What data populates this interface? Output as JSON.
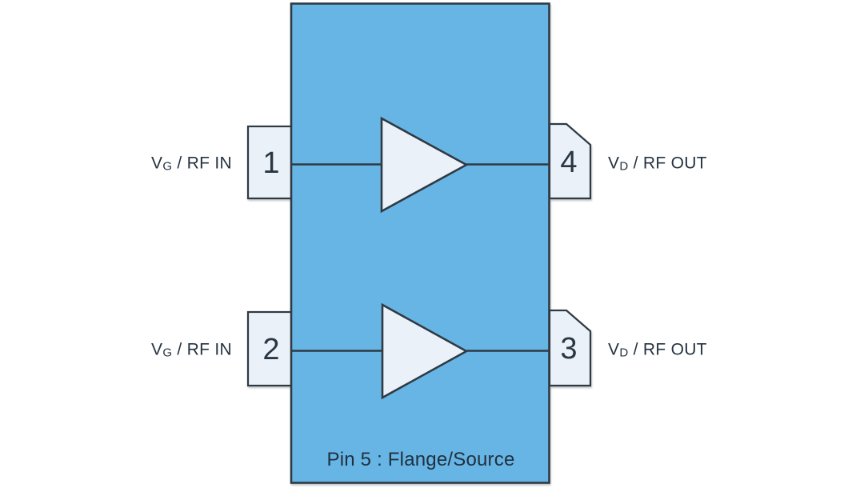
{
  "diagram": {
    "type": "ic-pinout-dual-amplifier",
    "pins": {
      "pin1": {
        "number": "1",
        "label_prefix": "V",
        "label_sub": "G",
        "label_rest": " / RF IN"
      },
      "pin2": {
        "number": "2",
        "label_prefix": "V",
        "label_sub": "G",
        "label_rest": " / RF IN"
      },
      "pin3": {
        "number": "3",
        "label_prefix": "V",
        "label_sub": "D",
        "label_rest": " / RF OUT"
      },
      "pin4": {
        "number": "4",
        "label_prefix": "V",
        "label_sub": "D",
        "label_rest": " / RF OUT"
      },
      "pin5_note": "Pin 5 : Flange/Source"
    },
    "colors": {
      "body_fill": "#67b5e4",
      "pad_fill": "#eaf1f8",
      "outline": "#2f3a44",
      "text": "#253340",
      "background": "#ffffff"
    }
  }
}
